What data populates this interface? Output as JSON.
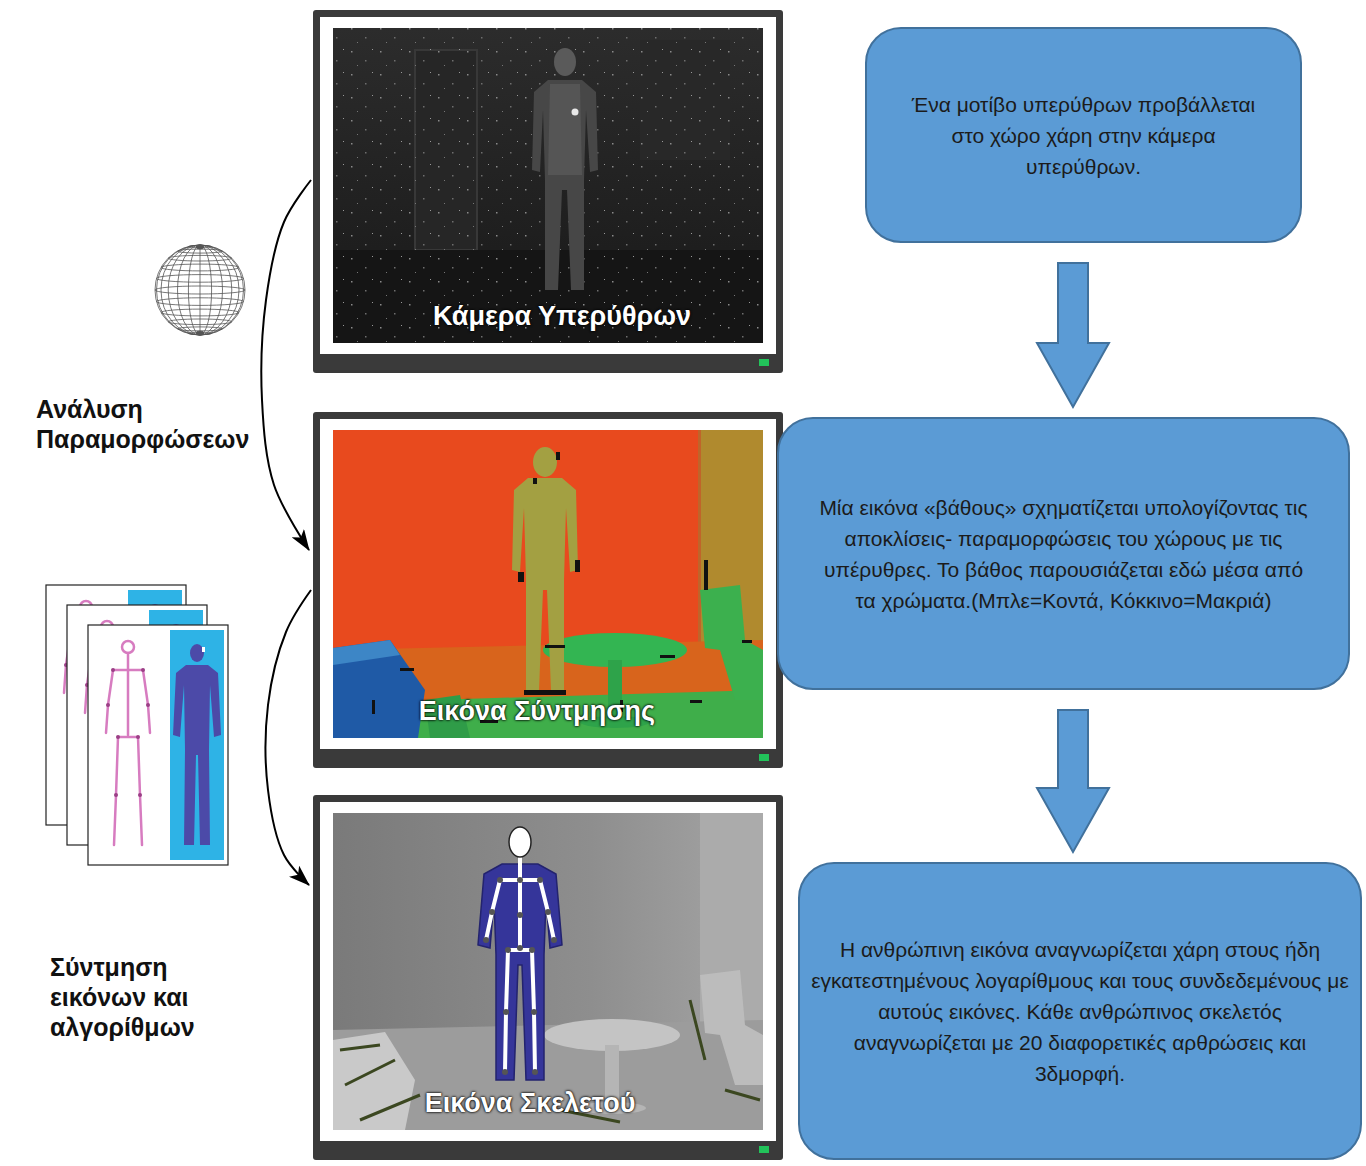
{
  "diagram": {
    "nodes": [
      {
        "text": [
          "Κάμερα Υπερύθρων"
        ]
      },
      {
        "text": [
          "Ένα μοτίβο υπερύθρων προβάλλεται στο χώρο χάρη στην κάμερα υπερύθρων."
        ]
      },
      {
        "text": [
          "Εικόνα Σύντμησης"
        ]
      },
      {
        "text": [
          "Μία εικόνα «βάθους» σχηματίζεται υπολογίζοντας τις αποκλίσεις- παραμορφώσεις του χώρους με τις υπέρυθρες. Το βάθος παρουσιάζεται εδώ μέσα από τα χρώματα.(Μπλε=Κοντά, Κόκκινο=Μακριά)"
        ]
      },
      {
        "text": [
          "Εικόνα Σκελετού"
        ]
      },
      {
        "text": [
          "Η ανθρώπινη εικόνα αναγνωρίζεται χάρη στους ήδη εγκατεστημένους λογαρίθμους και τους συνδεδεμένους με αυτούς εικόνες. Κάθε ανθρώπινος σκελετός αναγνωρίζεται με 20 διαφορετικές αρθρώσεις και 3δμορφή."
        ]
      }
    ],
    "edges": [
      {
        "from": 0,
        "to": 2,
        "arrow": "to",
        "label": "Ανάλυση Παραμορφώσεων"
      },
      {
        "from": 2,
        "to": 4,
        "arrow": "to",
        "label": "Σύντμηση εικόνων και αλγορίθμων"
      },
      {
        "from": 1,
        "to": 3,
        "arrow": "to"
      },
      {
        "from": 3,
        "to": 5,
        "arrow": "to"
      }
    ]
  }
}
